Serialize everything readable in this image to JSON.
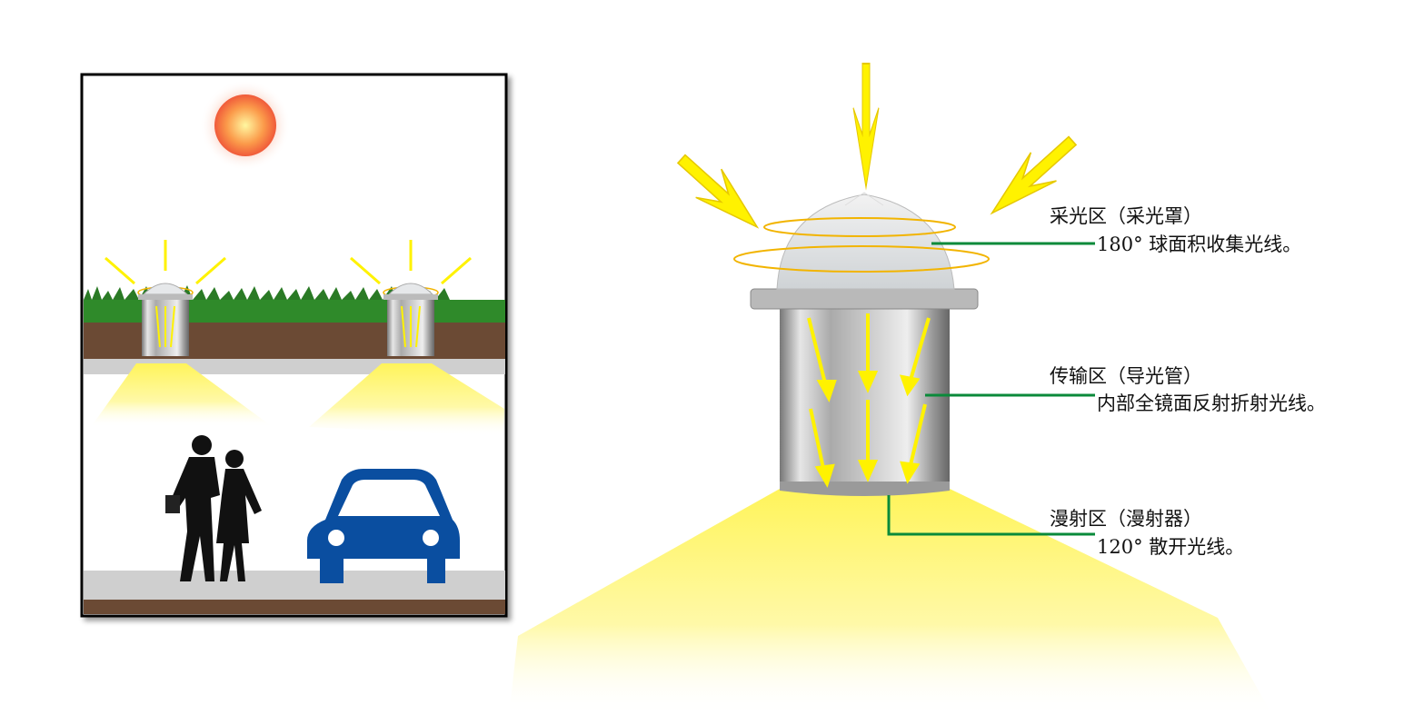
{
  "zones": [
    {
      "title": "采光区（采光罩）",
      "description": "180° 球面积收集光线。"
    },
    {
      "title": "传输区（导光管）",
      "description": "内部全镜面反射折射光线。"
    },
    {
      "title": "漫射区（漫射器）",
      "description": "120° 散开光线。"
    }
  ],
  "colors": {
    "leader_line": "#0a8a3a",
    "light": "#fff200",
    "soil": "#6b4a34",
    "car": "#0a4ea0"
  }
}
